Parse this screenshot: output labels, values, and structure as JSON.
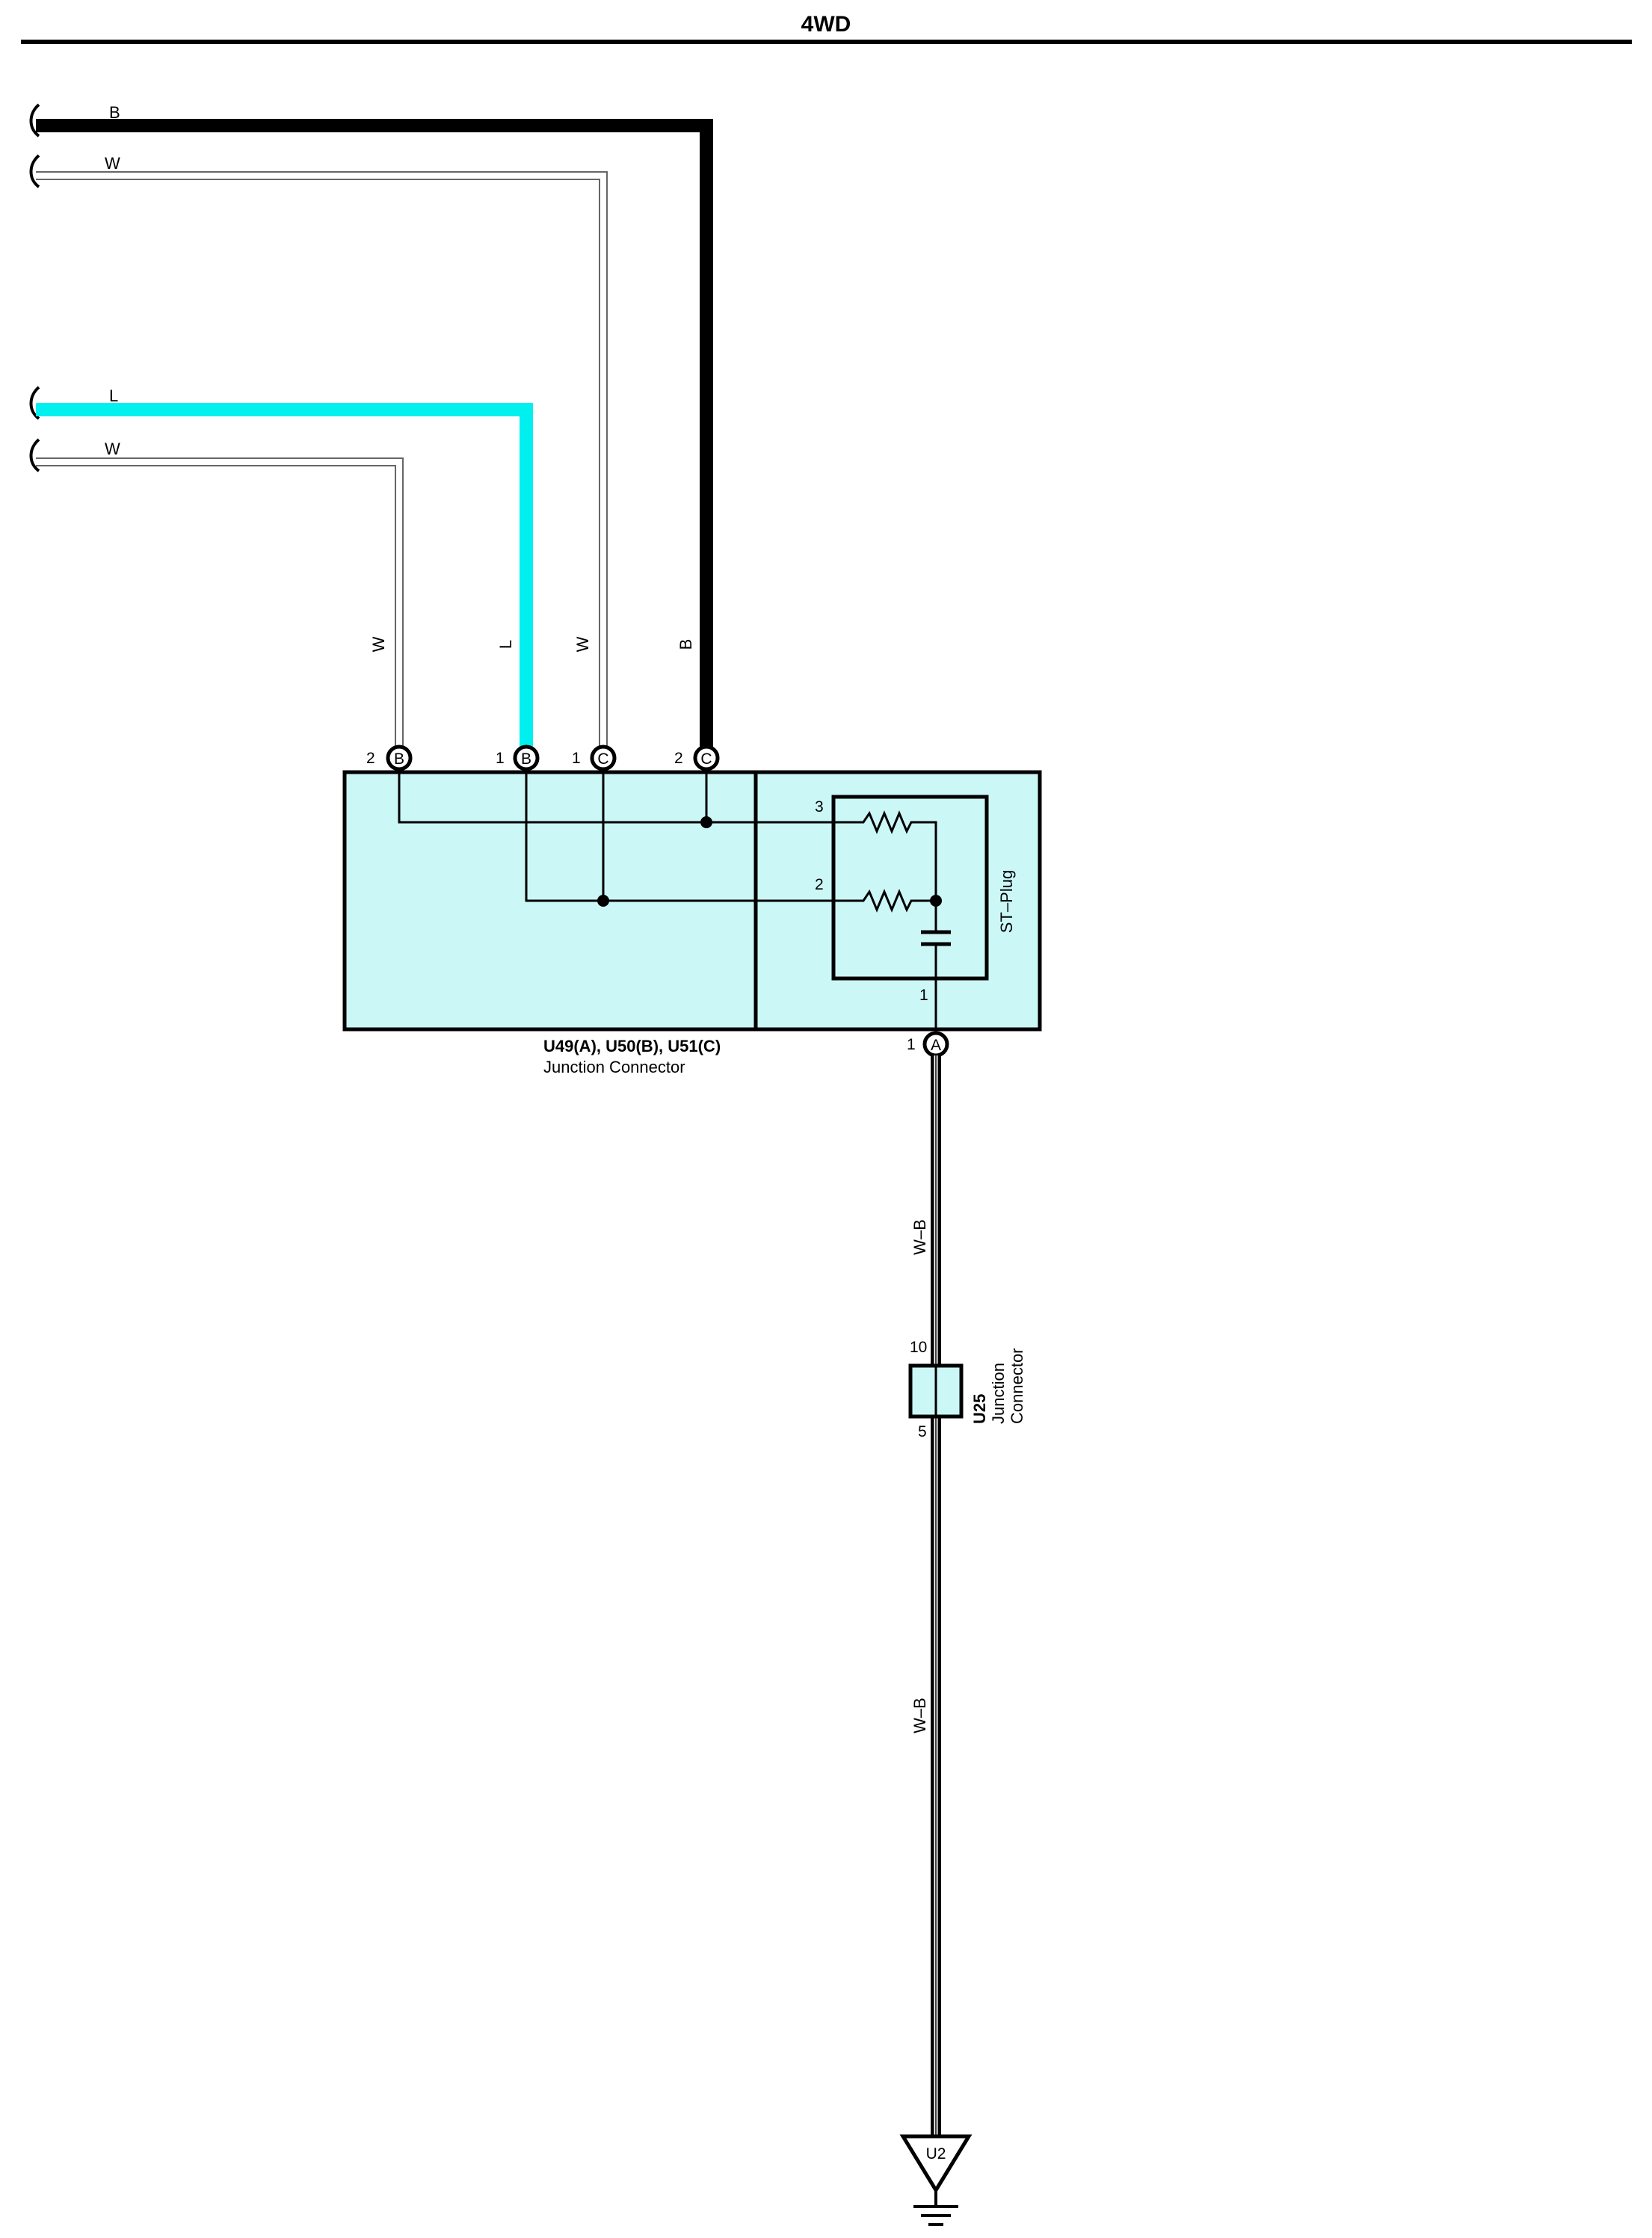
{
  "header": {
    "title": "4WD"
  },
  "wires": {
    "top_b": "B",
    "top_w": "W",
    "mid_l": "L",
    "mid_w": "W",
    "vert_w1": "W",
    "vert_l": "L",
    "vert_w2": "W",
    "vert_b": "B",
    "ground_wb1": "W–B",
    "ground_wb2": "W–B"
  },
  "junction": {
    "pins": [
      {
        "num": "2",
        "letter": "B"
      },
      {
        "num": "1",
        "letter": "B"
      },
      {
        "num": "1",
        "letter": "C"
      },
      {
        "num": "2",
        "letter": "C"
      }
    ],
    "name": "U49(A), U50(B), U51(C)",
    "desc": "Junction Connector",
    "bottom_pin": {
      "num": "1",
      "letter": "A"
    }
  },
  "st_plug": {
    "label": "ST–Plug",
    "pin_top": "3",
    "pin_mid": "2",
    "pin_bottom": "1"
  },
  "u25": {
    "name": "U25",
    "desc_line1": "Junction",
    "desc_line2": "Connector",
    "pin_top": "10",
    "pin_bottom": "5"
  },
  "ground": {
    "label": "U2"
  },
  "colors": {
    "wire_light_blue": "#00f0f0",
    "box_fill": "#ccf7f7",
    "wire_black": "#000000",
    "wire_white_outline": "#888888"
  }
}
